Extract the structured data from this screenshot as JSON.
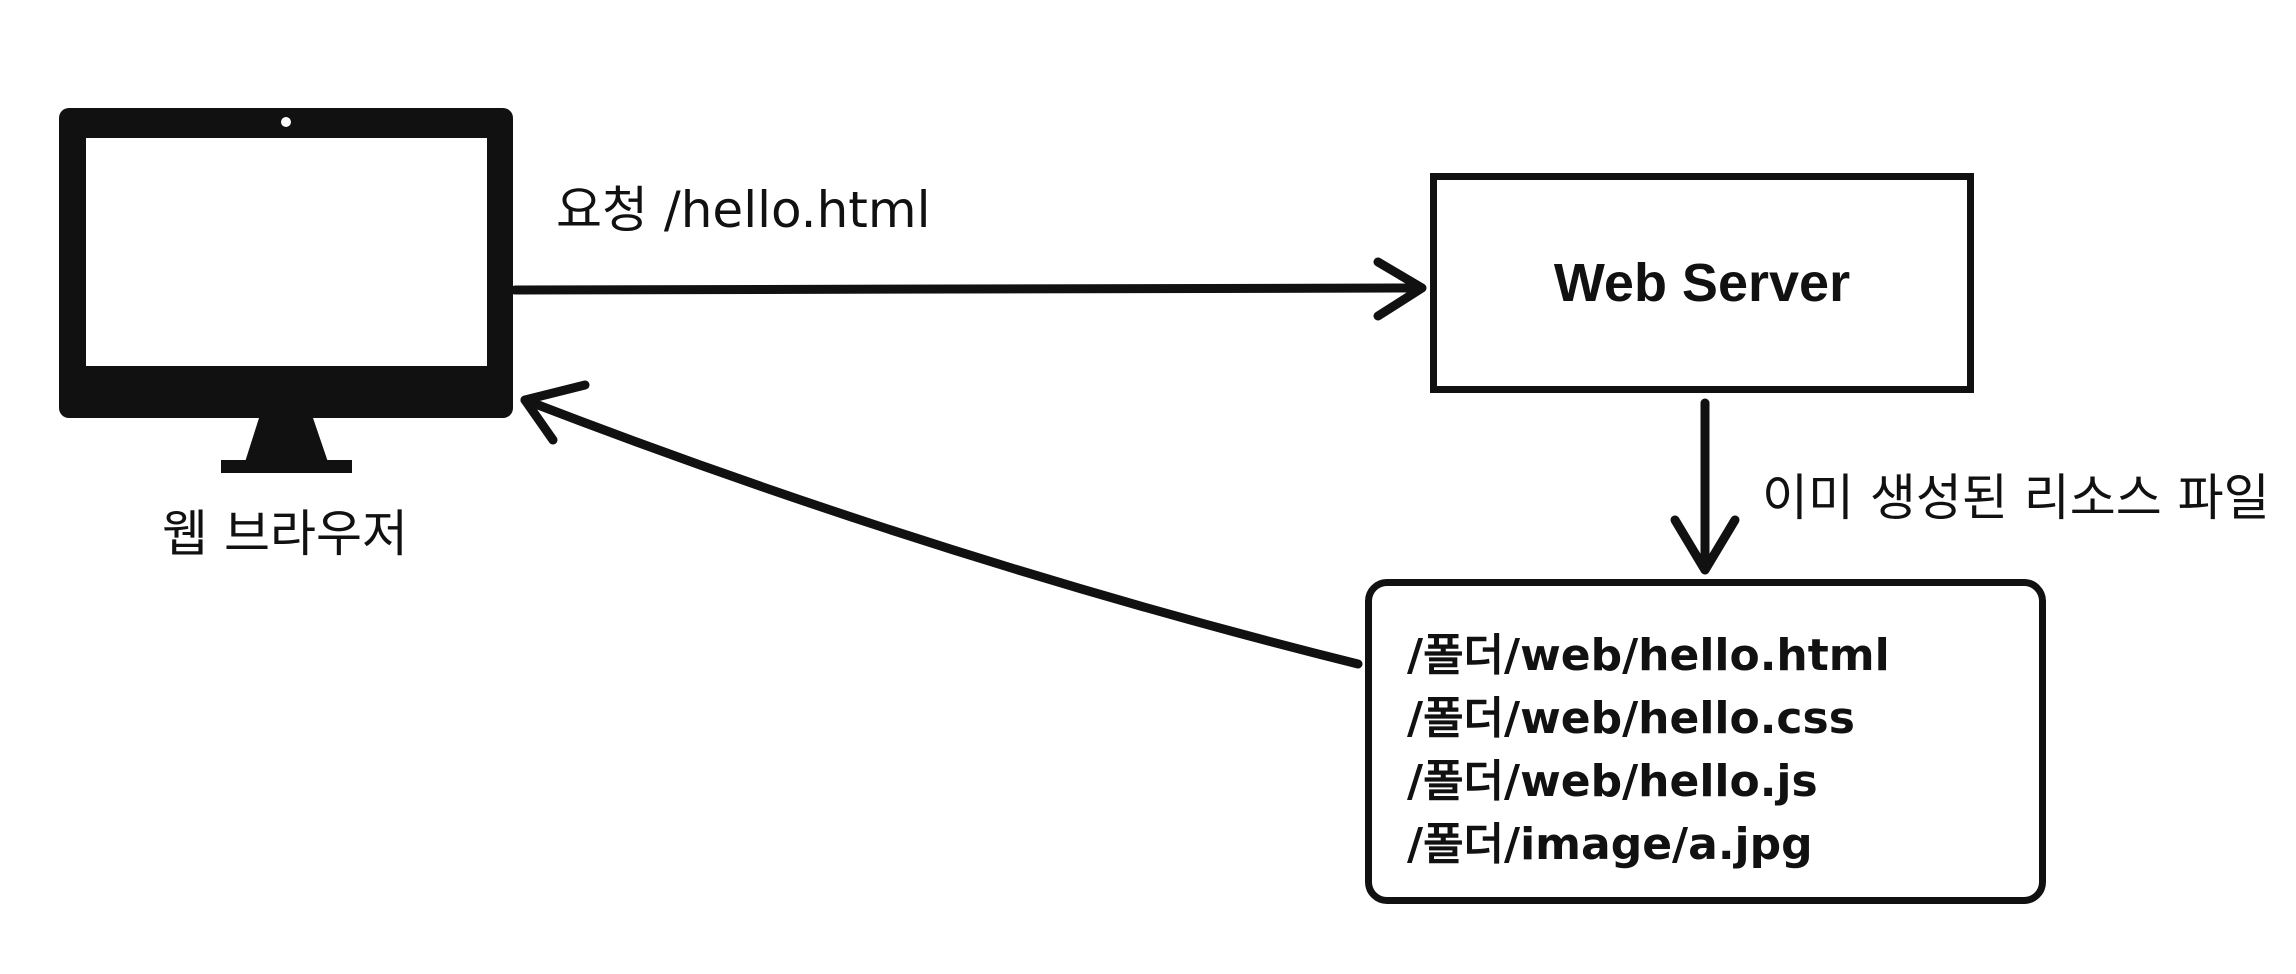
{
  "browser": {
    "caption": "웹 브라우저",
    "icon": "monitor-icon"
  },
  "request": {
    "label": "요청 /hello.html"
  },
  "server": {
    "title": "Web Server"
  },
  "resources": {
    "label": "이미 생성된 리소스 파일",
    "files": [
      "/폴더/web/hello.html",
      "/폴더/web/hello.css",
      "/폴더/web/hello.js",
      "/폴더/image/a.jpg"
    ]
  }
}
